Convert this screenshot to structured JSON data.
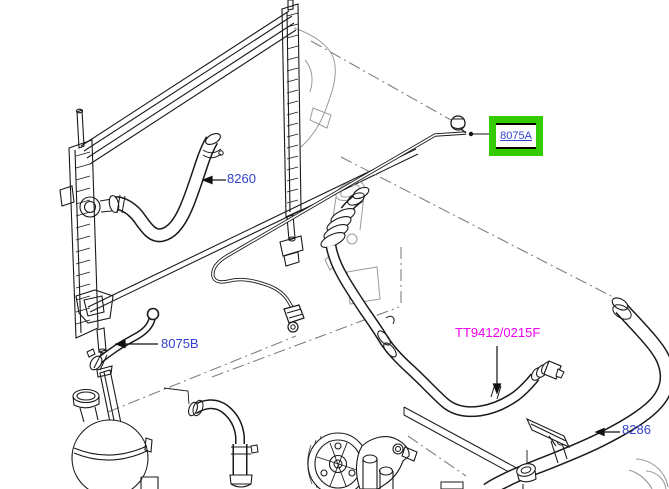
{
  "page": {
    "background": "#ffffff",
    "type": "parts-catalog-exploded-diagram"
  },
  "palette": {
    "line_color": "#1a1a1a",
    "secondary_line_color": "#999999",
    "centerline_color": "#808080",
    "label_link_color": "#3342ce",
    "callout_color": "#ee00ee",
    "highlight_green": "#33cc00"
  },
  "parts": [
    {
      "id": "8260",
      "label": "8260",
      "kind": "part-number-link"
    },
    {
      "id": "8075A",
      "label": "8075A",
      "kind": "part-number-link",
      "highlighted": true
    },
    {
      "id": "8075B",
      "label": "8075B",
      "kind": "part-number-link"
    },
    {
      "id": "TT9412/0215F",
      "label": "TT9412/0215F",
      "kind": "cross-reference-callout"
    },
    {
      "id": "8286",
      "label": "8286",
      "kind": "part-number-link"
    }
  ],
  "highlight": {
    "selected_part": "8075A",
    "style": "green-box"
  }
}
